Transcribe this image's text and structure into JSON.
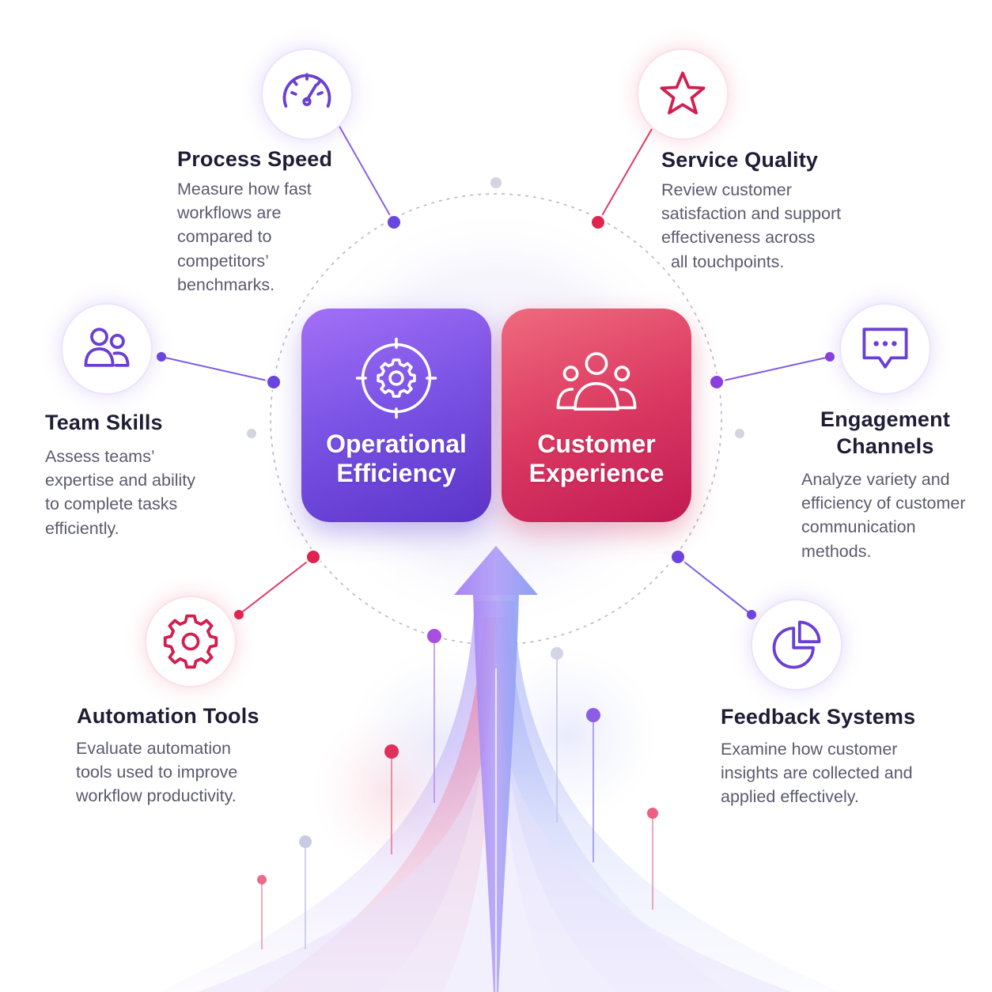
{
  "center": {
    "left": {
      "title": "Operational Efficiency",
      "icon": "gear-target-icon",
      "color_top": "#a370f6",
      "color_bottom": "#5a34c8"
    },
    "right": {
      "title": "Customer Experience",
      "icon": "users-group-icon",
      "color_top": "#ef6a7e",
      "color_bottom": "#c21a55"
    }
  },
  "items": [
    {
      "id": "process-speed",
      "title": "Process Speed",
      "description": [
        "Measure how fast",
        "workflows are",
        "compared to",
        "competitors’",
        "benchmarks."
      ],
      "icon": "speedometer-icon",
      "accent": "#6a3fd4"
    },
    {
      "id": "service-quality",
      "title": "Service Quality",
      "description": [
        "Review customer",
        "satisfaction and support",
        "effectiveness across",
        "  all touchpoints."
      ],
      "icon": "star-icon",
      "accent": "#d21f4f"
    },
    {
      "id": "team-skills",
      "title": "Team Skills",
      "description": [
        "Assess teams’",
        "expertise and ability",
        "to complete tasks",
        "efficiently."
      ],
      "icon": "team-icon",
      "accent": "#6a3fd4"
    },
    {
      "id": "engagement-channels",
      "title": "Engagement Channels",
      "title_lines": [
        "Engagement",
        "Channels"
      ],
      "description": [
        "Analyze variety and",
        "efficiency of customer",
        "communication",
        "methods."
      ],
      "icon": "chat-bubble-icon",
      "accent": "#6a3fd4"
    },
    {
      "id": "automation-tools",
      "title": "Automation Tools",
      "description": [
        "Evaluate automation",
        "tools used to improve",
        "workflow productivity."
      ],
      "icon": "cog-icon",
      "accent": "#d21f4f"
    },
    {
      "id": "feedback-systems",
      "title": "Feedback Systems",
      "description": [
        "Examine how customer",
        "insights are collected and",
        "applied effectively."
      ],
      "icon": "pie-chart-icon",
      "accent": "#6a3fd4"
    }
  ],
  "colors": {
    "purple": "#6a3fd4",
    "pink": "#d21f4f",
    "blue": "#7a83f0",
    "grey": "#c9c9d6"
  }
}
